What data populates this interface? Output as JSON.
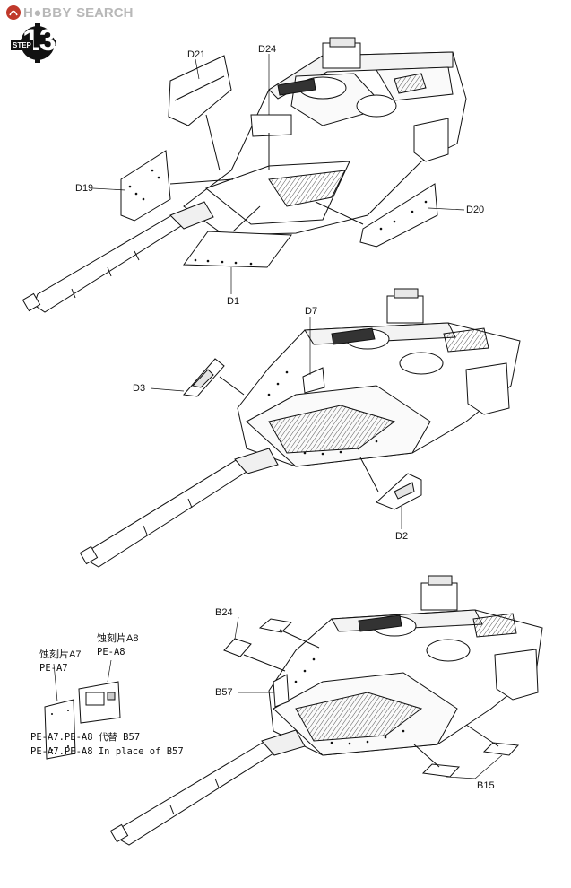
{
  "branding": {
    "brand": "H●BBY",
    "word": "SEARCH"
  },
  "step": {
    "word": "STEP",
    "number": "13"
  },
  "parts": {
    "d21": "D21",
    "d24": "D24",
    "d19": "D19",
    "d20": "D20",
    "d1": "D1",
    "d7": "D7",
    "d3": "D3",
    "d2": "D2",
    "b24": "B24",
    "b57": "B57",
    "b15": "B15"
  },
  "etch_note": {
    "a8_cn": "蚀刻片A8",
    "a8_code": "PE-A8",
    "a7_cn": "蚀刻片A7",
    "a7_code": "PE-A7",
    "replace_cn": "PE-A7.PE-A8  代替 B57",
    "replace_en": "PE-A7.PE-A8  In place of B57"
  },
  "icons": {
    "logo": "hobby-search-logo-icon",
    "step_badge": "step-gear-badge-icon"
  }
}
